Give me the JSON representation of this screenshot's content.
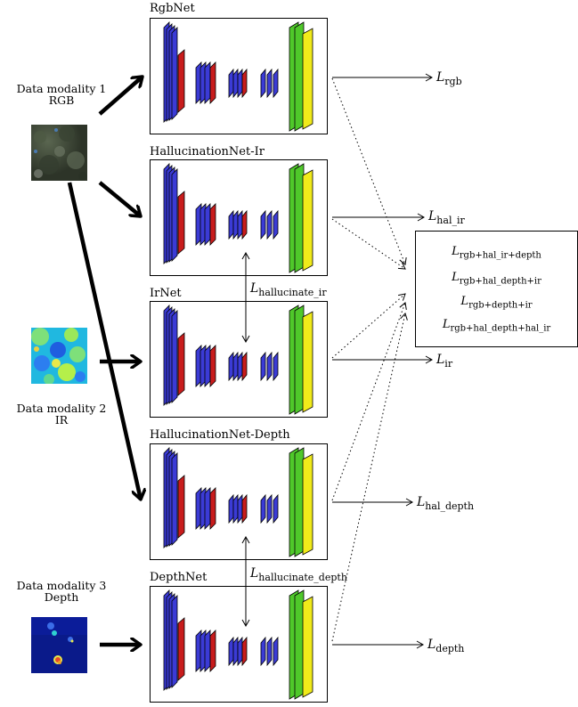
{
  "networks": [
    {
      "name": "RgbNet"
    },
    {
      "name": "HallucinationNet-Ir"
    },
    {
      "name": "IrNet"
    },
    {
      "name": "HallucinationNet-Depth"
    },
    {
      "name": "DepthNet"
    }
  ],
  "modalities": [
    {
      "line1": "Data modality 1",
      "line2": "RGB"
    },
    {
      "line1": "Data modality 2",
      "line2": "IR"
    },
    {
      "line1": "Data modality 3",
      "line2": "Depth"
    }
  ],
  "losses": {
    "rgb": {
      "base": "L",
      "sub": "rgb"
    },
    "hal_ir": {
      "base": "L",
      "sub": "hal_ir"
    },
    "ir": {
      "base": "L",
      "sub": "ir"
    },
    "hal_depth": {
      "base": "L",
      "sub": "hal_depth"
    },
    "depth": {
      "base": "L",
      "sub": "depth"
    }
  },
  "hallucinate_losses": {
    "ir": {
      "base": "L",
      "sub": "hallucinate_ir"
    },
    "depth": {
      "base": "L",
      "sub": "hallucinate_depth"
    }
  },
  "combined_losses": [
    {
      "base": "L",
      "sub": "rgb+hal_ir+depth"
    },
    {
      "base": "L",
      "sub": "rgb+hal_depth+ir"
    },
    {
      "base": "L",
      "sub": "rgb+depth+ir"
    },
    {
      "base": "L",
      "sub": "rgb+hal_depth+hal_ir"
    }
  ],
  "colors": {
    "conv_blue": "#3b3bd6",
    "conv_red": "#c81c1c",
    "fc_green": "#4fc82a",
    "fc_yellow": "#f0ea1a"
  }
}
